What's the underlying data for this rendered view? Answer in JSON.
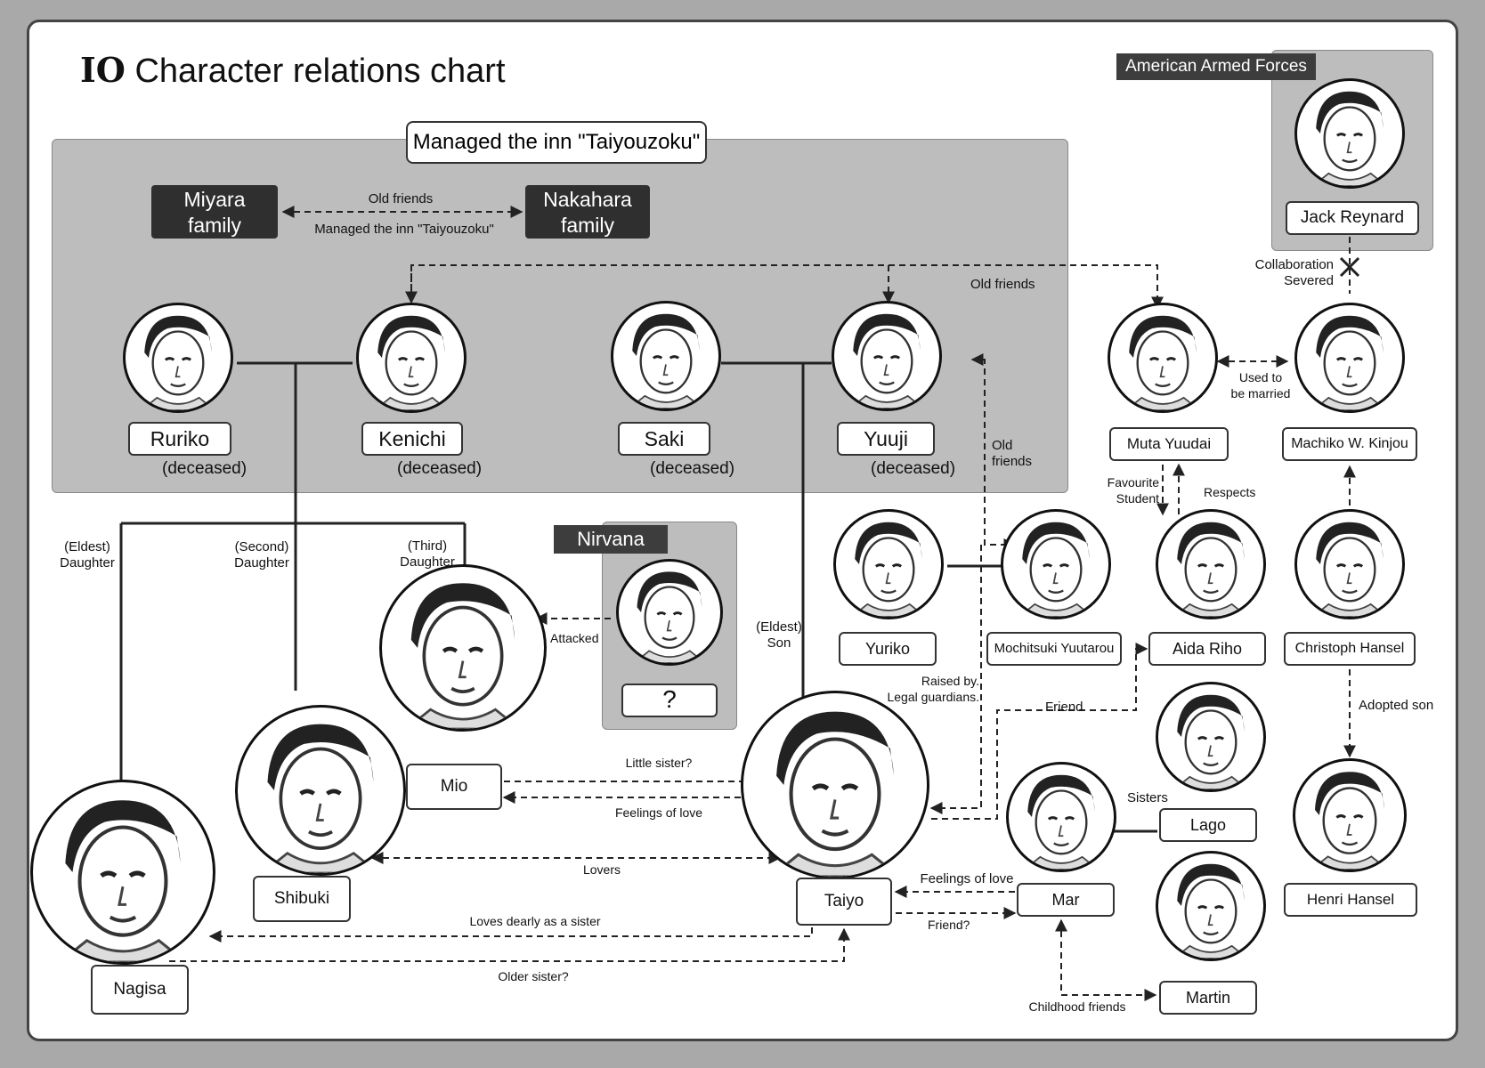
{
  "title": {
    "prefix": "IO",
    "text": "Character relations chart"
  },
  "inn_panel": {
    "heading": "Managed the inn \"Taiyouzoku\""
  },
  "families": {
    "miyara": "Miyara\nfamily",
    "nakahara": "Nakahara\nfamily",
    "link_top": "Old friends",
    "link_bottom": "Managed the inn \"Taiyouzoku\""
  },
  "groups": {
    "american": "American Armed Forces",
    "nirvana": "Nirvana"
  },
  "deceased_label": "(deceased)",
  "characters": {
    "ruriko": "Ruriko",
    "kenichi": "Kenichi",
    "saki": "Saki",
    "yuuji": "Yuuji",
    "jack": "Jack Reynard",
    "muta": "Muta Yuudai",
    "machiko": "Machiko W. Kinjou",
    "yuriko": "Yuriko",
    "mochitsuki": "Mochitsuki Yuutarou",
    "aida": "Aida Riho",
    "christoph": "Christoph Hansel",
    "unknown": "?",
    "mio": "Mio",
    "shibuki": "Shibuki",
    "nagisa": "Nagisa",
    "taiyo": "Taiyo",
    "mar": "Mar",
    "lago": "Lago",
    "martin": "Martin",
    "henri": "Henri Hansel"
  },
  "relations": {
    "old_friends_top": "Old friends",
    "old_friends_side": "Old\nfriends",
    "collab": "Collaboration\nSevered",
    "used_married": "Used to\nbe married",
    "fav_student": "Favourite\nStudent",
    "respects": "Respects",
    "eldest_daughter": "(Eldest)\nDaughter",
    "second_daughter": "(Second)\nDaughter",
    "third_daughter": "(Third)\nDaughter",
    "eldest_son": "(Eldest)\nSon",
    "attacked": "Attacked",
    "raised_by": "Raised by.\nLegal guardians.",
    "friend": "Friend",
    "adopted_son": "Adopted son",
    "little_sister": "Little sister?",
    "feelings_love_mio": "Feelings of love",
    "lovers": "Lovers",
    "sisters": "Sisters",
    "feelings_love_mar": "Feelings of love",
    "friend_q": "Friend?",
    "loves_dearly": "Loves dearly as a sister",
    "older_sister": "Older sister?",
    "childhood": "Childhood friends"
  }
}
